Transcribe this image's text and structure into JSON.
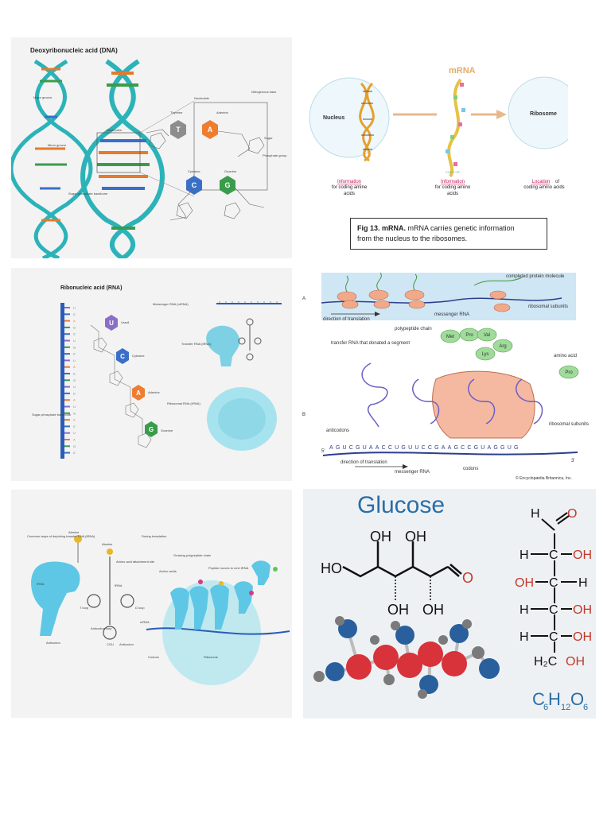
{
  "panels": {
    "dna": {
      "title": "Deoxyribonucleic acid (DNA)",
      "labels": {
        "major_groove": "Major groove",
        "minor_groove": "Minor groove",
        "backbone": "Sugar-phosphate backbone",
        "base_pairs": "Base pairs",
        "nucleotide": "Nucleotide",
        "thymine": "Thymine",
        "adenine": "Adenine",
        "cytosine": "Cytosine",
        "guanine": "Guanine",
        "nitrogenous_base": "Nitrogenous base",
        "sugar": "Sugar",
        "phosphate": "Phosphate group"
      },
      "bases": [
        "T",
        "A",
        "C",
        "G"
      ]
    },
    "mrna": {
      "heading": "mRNA",
      "nucleus": "Nucleus",
      "ribosome": "Ribosome",
      "copy_of": "COPY OF",
      "col1_keyword": "Information",
      "col1_rest": "for coding amine acids",
      "col2_keyword": "Information",
      "col2_rest": "for coding amino acids",
      "col3_keyword": "Location",
      "col3_of": "of",
      "col3_rest": "coding amino acids",
      "caption_bold": "Fig 13. mRNA.",
      "caption_line1": "mRNA carries genetic information",
      "caption_line2": "from the nucleus to the ribosomes."
    },
    "rna": {
      "title": "Ribonucleic acid (RNA)",
      "messenger": "Messenger RNA (mRNA)",
      "transfer": "Transfer RNA (tRNA)",
      "ribosomal": "Ribosomal RNA (rRNA)",
      "backbone": "Sugar-phosphate backbone",
      "uracil": "Uracil",
      "cytosine": "Cytosine",
      "adenine": "Adenine",
      "guanine": "Guanine",
      "bases": [
        "U",
        "C",
        "A",
        "G"
      ],
      "strand_letters": [
        "U",
        "C",
        "A",
        "G",
        "C",
        "U",
        "G",
        "C",
        "U",
        "A",
        "C",
        "G",
        "U",
        "C",
        "A",
        "U",
        "G",
        "A",
        "C",
        "U",
        "A",
        "G",
        "C"
      ]
    },
    "translation": {
      "label_a": "A",
      "label_b": "B",
      "completed": "completed protein molecule",
      "ribosomal_subunits": "ribosomal subunits",
      "messenger_rna": "messenger RNA",
      "direction": "direction of translation",
      "polypeptide": "polypeptide chain",
      "amino_acids": [
        "Met",
        "Pro",
        "Val",
        "Arg",
        "Lys"
      ],
      "amino_acid_label": "amino acid",
      "amino_acid_pro": "Pro",
      "trna_donated": "transfer RNA that donated a segment",
      "anticodons": "anticodons",
      "ribosomal_subunits_b": "ribosomal subunits",
      "sequence": "AGUCGUAACCUGUUCCGAAGCCGUAGGUG",
      "five_prime": "5'",
      "three_prime": "3'",
      "direction_b": "direction of translation",
      "messenger_rna_b": "messenger RNA",
      "codons": "codons",
      "credit": "© Encyclopædia Britannica, Inc."
    },
    "trna": {
      "title_left": "Common ways of depicting transfer RNA (tRNA)",
      "title_right": "During translation",
      "alanine_1": "Alanine",
      "alanine_2": "Alanine",
      "attachment": "Amino acid attachment site",
      "trna_1": "tRNA",
      "trna_2": "tRNA",
      "tloop": "T loop",
      "dloop": "D loop",
      "anticodon_loop": "Anticodon loop",
      "anticodon_1": "Anticodon",
      "anticodon_2": "Anticodon",
      "cgu": "CGU",
      "growing": "Growing polypeptide chain",
      "amino_acids": "Amino acids",
      "peptide_moves": "Peptide moves to next tRNA",
      "mrna": "mRNA",
      "codons": "Codons",
      "ribosome": "Ribosome"
    },
    "glucose": {
      "title": "Glucose",
      "oh1": "OH",
      "oh2": "OH",
      "oh3": "OH",
      "oh4": "OH",
      "ho": "HO",
      "o": "O",
      "formula_c": "C",
      "formula_6a": "6",
      "formula_h": "H",
      "formula_12": "12",
      "formula_o": "O",
      "formula_6b": "6",
      "chain": [
        {
          "left": "",
          "right": "O",
          "mid": "H"
        },
        {
          "left": "H",
          "right": "OH",
          "mid": "C"
        },
        {
          "left": "OH",
          "right": "H",
          "mid": "C"
        },
        {
          "left": "H",
          "right": "OH",
          "mid": "C"
        },
        {
          "left": "H",
          "right": "OH",
          "mid": "C"
        },
        {
          "left": "H₂C",
          "right": "OH",
          "mid": ""
        }
      ]
    }
  }
}
